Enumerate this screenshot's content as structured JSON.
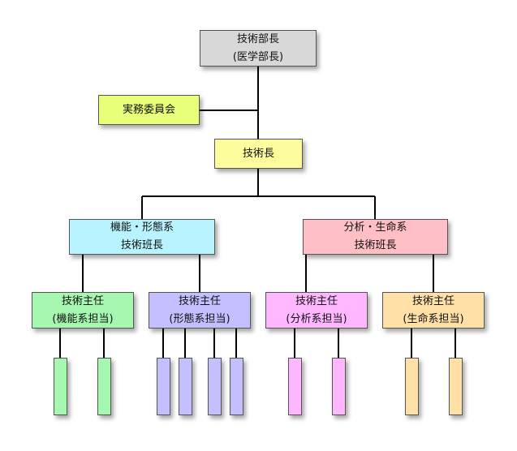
{
  "colors": {
    "gray": "#d8d8d8",
    "lime": "#e8ff7a",
    "yellow": "#fdfd9e",
    "cyan": "#b8f4ff",
    "pink": "#ffbfc4",
    "green": "#a6f7b0",
    "purple": "#c4c0ff",
    "magenta": "#ffb8ff",
    "peach": "#ffe1a8",
    "line": "#000000"
  },
  "nodes": {
    "head": {
      "line1": "技術部長",
      "line2": "(医学部長)"
    },
    "committee": {
      "label": "実務委員会"
    },
    "chief": {
      "label": "技術長"
    },
    "leader_left": {
      "line1": "機能・形態系",
      "line2": "技術班長"
    },
    "leader_right": {
      "line1": "分析・生命系",
      "line2": "技術班長"
    },
    "sub1": {
      "line1": "技術主任",
      "line2": "(機能系担当)"
    },
    "sub2": {
      "line1": "技術主任",
      "line2": "(形態系担当)"
    },
    "sub3": {
      "line1": "技術主任",
      "line2": "(分析系担当)"
    },
    "sub4": {
      "line1": "技術主任",
      "line2": "(生命系担当)"
    }
  }
}
